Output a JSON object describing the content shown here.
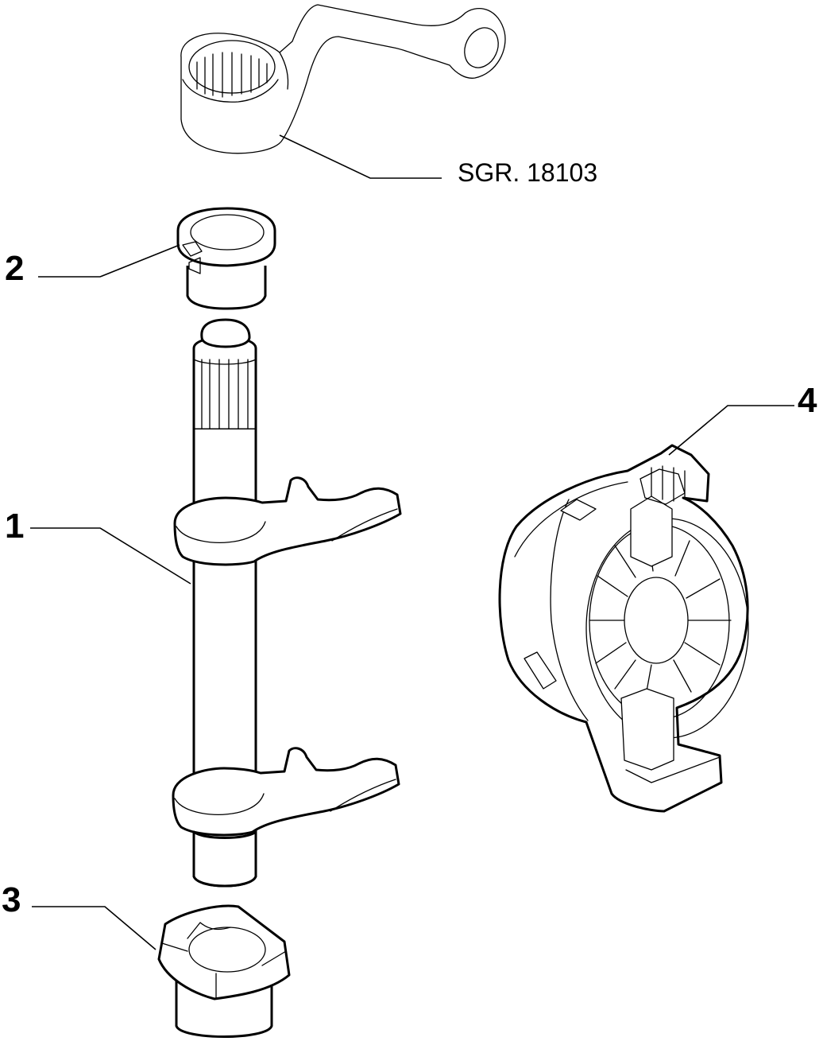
{
  "callouts": {
    "ref_label": "SGR. 18103",
    "item_1": "1",
    "item_2": "2",
    "item_3": "3",
    "item_4": "4"
  }
}
